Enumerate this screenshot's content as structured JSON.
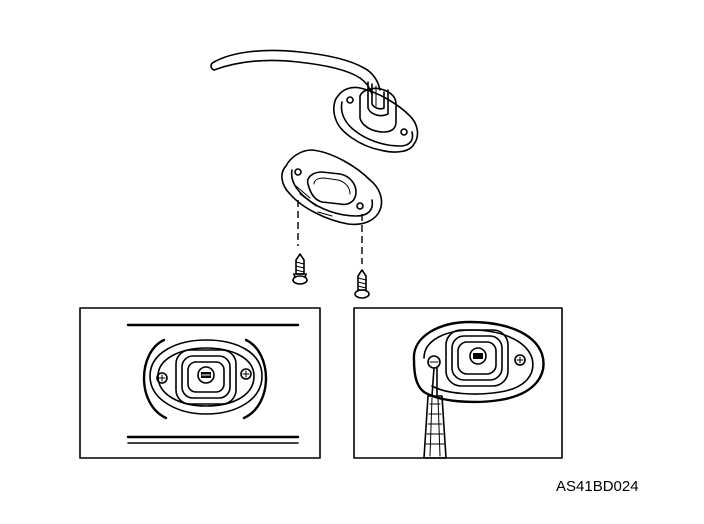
{
  "diagram": {
    "reference_code": "AS41BD024",
    "parts": {
      "harness": "wire-harness-cable",
      "lamp": "license-plate-lamp-assembly",
      "gasket": "lamp-gasket",
      "screws": "mounting-screws"
    },
    "panels": [
      {
        "name": "installed-view"
      },
      {
        "name": "removal-view-with-screwdriver"
      }
    ]
  }
}
